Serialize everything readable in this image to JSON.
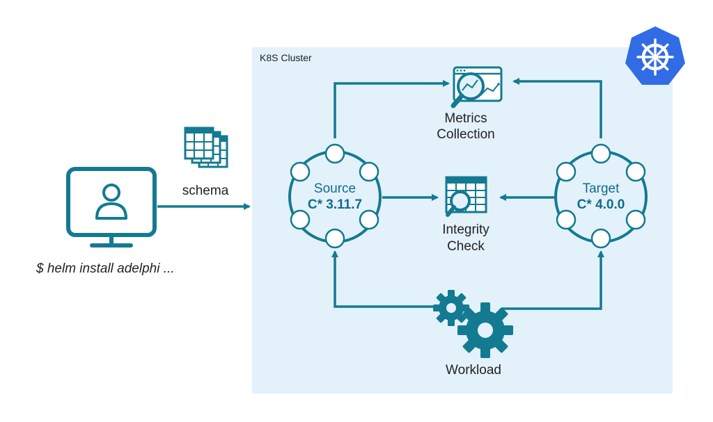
{
  "colors": {
    "primary": "#137a91",
    "cluster_bg": "#e3f1fb",
    "k8s_blue": "#326ce5",
    "text": "#222222"
  },
  "cluster": {
    "label": "K8S Cluster"
  },
  "user": {
    "command": "$ helm install adelphi ..."
  },
  "schema": {
    "label": "schema"
  },
  "source": {
    "title": "Source",
    "version": "C* 3.11.7"
  },
  "target": {
    "title": "Target",
    "version": "C* 4.0.0"
  },
  "metrics": {
    "line1": "Metrics",
    "line2": "Collection"
  },
  "integrity": {
    "line1": "Integrity",
    "line2": "Check"
  },
  "workload": {
    "label": "Workload"
  },
  "icons": [
    "user-monitor-icon",
    "schema-icon",
    "kubernetes-icon",
    "metrics-icon",
    "integrity-icon",
    "workload-gears-icon"
  ]
}
